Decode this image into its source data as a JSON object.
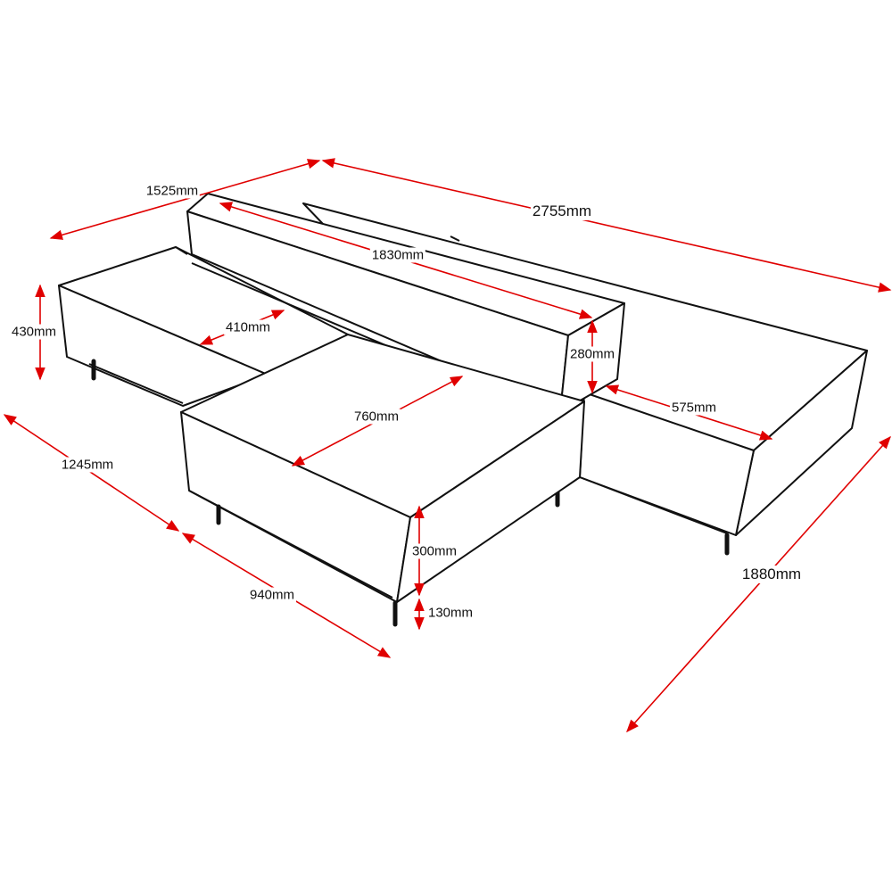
{
  "dimensions": {
    "left_depth": "1525mm",
    "total_width": "2755mm",
    "back_length": "1830mm",
    "left_height": "430mm",
    "seat_depth_left": "410mm",
    "back_height": "280mm",
    "right_seat_depth": "575mm",
    "ottoman_depth": "760mm",
    "left_side": "1245mm",
    "seat_height": "300mm",
    "ottoman_width": "940mm",
    "leg_height": "130mm",
    "right_depth": "1880mm"
  },
  "colors": {
    "dimension": "#e00000",
    "outline": "#111111"
  }
}
